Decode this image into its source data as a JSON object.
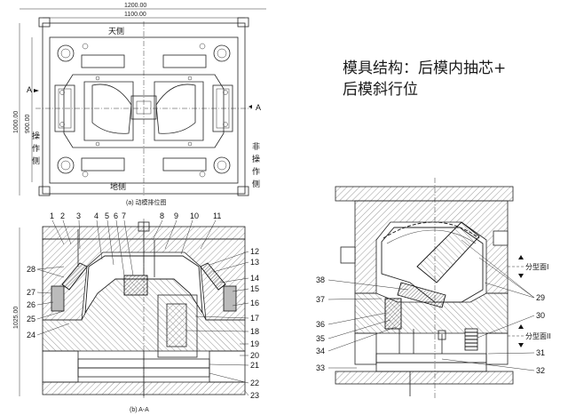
{
  "title": {
    "line1": "模具结构：后模内抽芯+",
    "line2": "后模斜行位"
  },
  "top_view": {
    "dim_outer": "1200.00",
    "dim_inner": "1100.00",
    "dim_left_outer": "1000.00",
    "dim_left_inner": "900.00",
    "label_top": "天侧",
    "label_bottom": "地侧",
    "label_left": [
      "操",
      "作",
      "侧"
    ],
    "label_right": [
      "非",
      "操",
      "作",
      "侧"
    ],
    "section_mark": "A",
    "caption": "(a) 动模排位图"
  },
  "section_view": {
    "dim_height": "1025.00",
    "caption": "(b) A-A",
    "top_numbers": [
      "1",
      "2",
      "3",
      "4",
      "5",
      "6",
      "7",
      "8",
      "9",
      "10",
      "11"
    ],
    "right_numbers": [
      "12",
      "13",
      "14",
      "15",
      "16",
      "17",
      "18",
      "19",
      "20",
      "21",
      "22",
      "23"
    ],
    "left_numbers": [
      "28",
      "27",
      "26",
      "25",
      "24"
    ]
  },
  "detail_view": {
    "left_numbers": [
      "38",
      "37",
      "36",
      "35",
      "34",
      "33"
    ],
    "right_numbers": [
      "29",
      "30",
      "31",
      "32"
    ],
    "parting_1": "分型面I",
    "parting_2": "分型面II"
  }
}
